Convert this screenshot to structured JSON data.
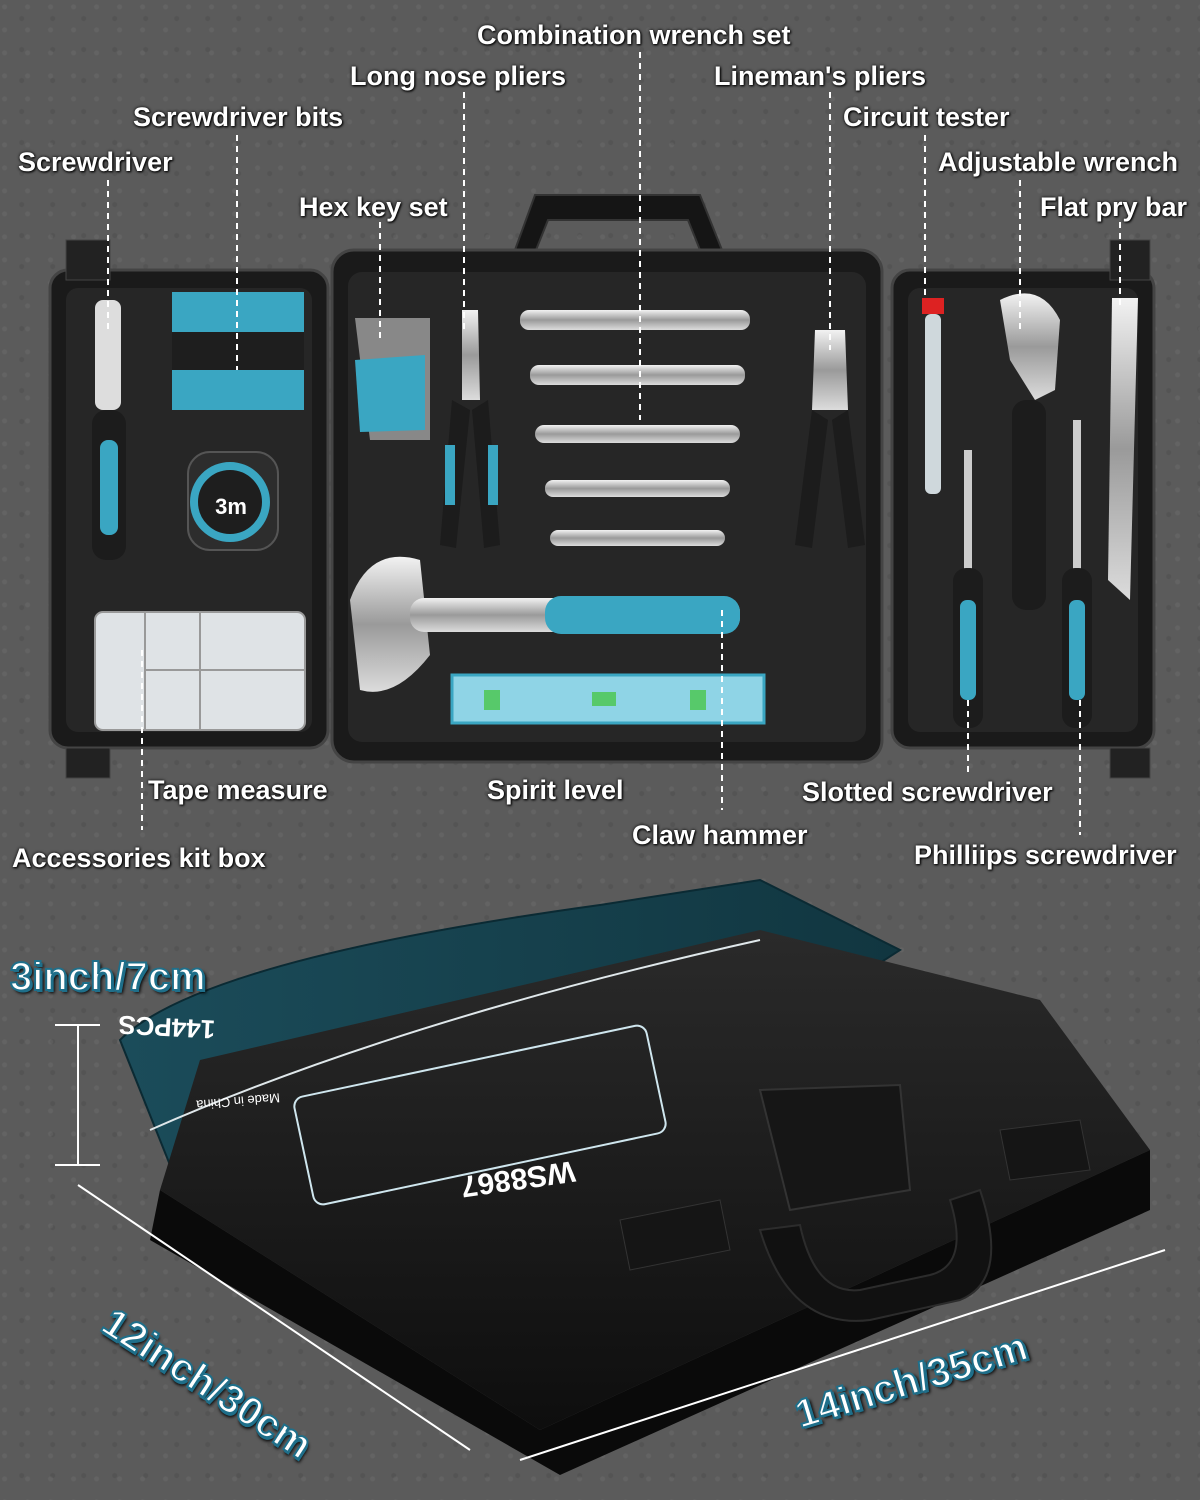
{
  "tool_labels": {
    "combination_wrench_set": "Combination wrench set",
    "long_nose_pliers": "Long nose pliers",
    "linemans_pliers": "Lineman's pliers",
    "screwdriver_bits": "Screwdriver bits",
    "circuit_tester": "Circuit tester",
    "screwdriver": "Screwdriver",
    "adjustable_wrench": "Adjustable wrench",
    "hex_key_set": "Hex key set",
    "flat_pry_bar": "Flat pry bar",
    "tape_measure": "Tape measure",
    "spirit_level": "Spirit level",
    "slotted_screwdriver": "Slotted screwdriver",
    "claw_hammer": "Claw hammer",
    "accessories_kit_box": "Accessories kit box",
    "phillips_screwdriver": "Philliips screwdriver"
  },
  "dimensions": {
    "height": "3inch/7cm",
    "depth": "12inch/30cm",
    "width": "14inch/35cm"
  },
  "case_print": {
    "count": "144PCS",
    "model": "WS8867",
    "origin": "Made in China",
    "tape_face": "3m"
  },
  "colors": {
    "accent_teal": "#3aa6c2",
    "case_black": "#1c1c1c",
    "sleeve_teal": "#1f4a55",
    "background": "#5b5b5b"
  }
}
